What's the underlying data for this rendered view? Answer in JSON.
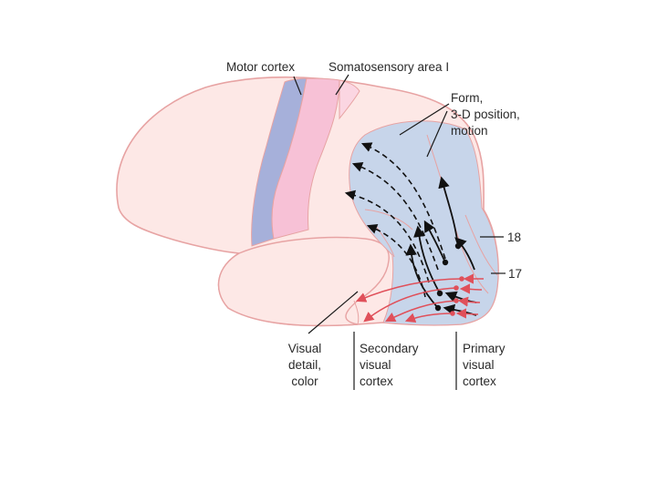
{
  "labels": {
    "motor_cortex": "Motor cortex",
    "somatosensory": "Somatosensory area I",
    "form_1": "Form,",
    "form_2": "3-D position,",
    "form_3": "motion",
    "area_18": "18",
    "area_17": "17",
    "visual_detail_1": "Visual",
    "visual_detail_2": "detail,",
    "visual_detail_3": "color",
    "secondary_1": "Secondary",
    "secondary_2": "visual",
    "secondary_3": "cortex",
    "primary_1": "Primary",
    "primary_2": "visual",
    "primary_3": "cortex"
  },
  "colors": {
    "brain_fill": "#fde8e6",
    "brain_outline": "#e7a3a3",
    "motor_fill": "#a6b0da",
    "somatosensory_fill": "#f7c1d6",
    "visual_fill": "#c7d5ea",
    "black_arrow": "#111111",
    "red_arrow": "#e0505a",
    "leader_line": "#1a1a1a"
  }
}
